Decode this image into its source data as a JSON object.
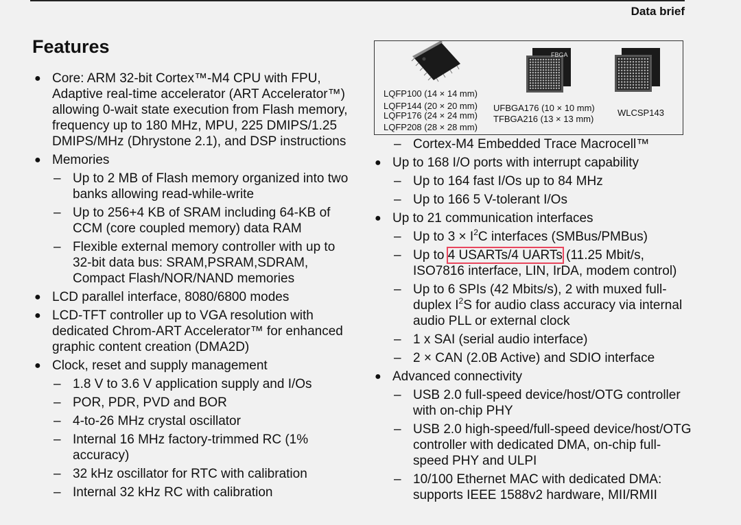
{
  "header": {
    "doc_type": "Data brief"
  },
  "features_title": "Features",
  "packages": {
    "fbga_label": "FBGA",
    "lqfp": [
      "LQFP100 (14 × 14 mm)",
      "LQFP144 (20 × 20 mm)",
      "LQFP176 (24 × 24 mm)",
      "LQFP208 (28 × 28 mm)"
    ],
    "ufbga": [
      "UFBGA176 (10 × 10 mm)",
      "TFBGA216 (13 × 13 mm)"
    ],
    "wlcsp": "WLCSP143"
  },
  "left": [
    "Core: ARM 32-bit Cortex™-M4 CPU with FPU, Adaptive real-time accelerator (ART Accelerator™) allowing 0-wait state execution from Flash memory, frequency up to 180 MHz, MPU, 225 DMIPS/1.25 DMIPS/MHz (Dhrystone 2.1), and DSP instructions",
    "Memories",
    "Up to 2 MB of Flash memory organized into two banks allowing read-while-write",
    "Up to 256+4 KB of SRAM including 64-KB of CCM (core coupled memory) data RAM",
    "Flexible external memory controller with up to 32-bit data bus: SRAM,PSRAM,SDRAM, Compact Flash/NOR/NAND memories",
    "LCD parallel interface, 8080/6800 modes",
    "LCD-TFT controller up to VGA resolution with dedicated Chrom-ART Accelerator™ for enhanced graphic content creation (DMA2D)",
    "Clock, reset and supply management",
    "1.8 V to 3.6 V application supply and I/Os",
    "POR, PDR, PVD and BOR",
    "4-to-26 MHz crystal oscillator",
    "Internal 16 MHz factory-trimmed RC (1% accuracy)",
    "32 kHz oscillator for RTC with calibration",
    "Internal 32 kHz RC with calibration"
  ],
  "right": {
    "etm": "Cortex-M4 Embedded Trace Macrocell™",
    "io": "Up to 168 I/O ports with interrupt capability",
    "io_fast": "Up to 164 fast I/Os up to 84 MHz",
    "io_5v": "Up to 166 5 V-tolerant I/Os",
    "comm": "Up to 21 communication interfaces",
    "i2c": {
      "pre": "Up to 3 × I",
      "sup": "2",
      "post": "C interfaces (SMBus/PMBus)"
    },
    "usart": {
      "pre": "Up to ",
      "hl": "4 USARTs/4 UARTs",
      "post": " (11.25 Mbit/s, ISO7816 interface, LIN, IrDA, modem control)"
    },
    "spi": {
      "pre": "Up to 6 SPIs (42 Mbits/s), 2 with muxed full-duplex I",
      "sup": "2",
      "post": "S for audio class accuracy via internal audio PLL or external clock"
    },
    "sai": "1 x SAI (serial audio interface)",
    "can": "2 × CAN (2.0B Active) and SDIO interface",
    "adv": "Advanced connectivity",
    "usb_fs": "USB 2.0 full-speed device/host/OTG controller with on-chip PHY",
    "usb_hs": "USB 2.0 high-speed/full-speed device/host/OTG controller with dedicated DMA, on-chip full-speed PHY and ULPI",
    "eth": "10/100 Ethernet MAC with dedicated DMA: supports IEEE 1588v2 hardware, MII/RMII"
  },
  "markers": {
    "bullet": "●",
    "dash": "–"
  }
}
